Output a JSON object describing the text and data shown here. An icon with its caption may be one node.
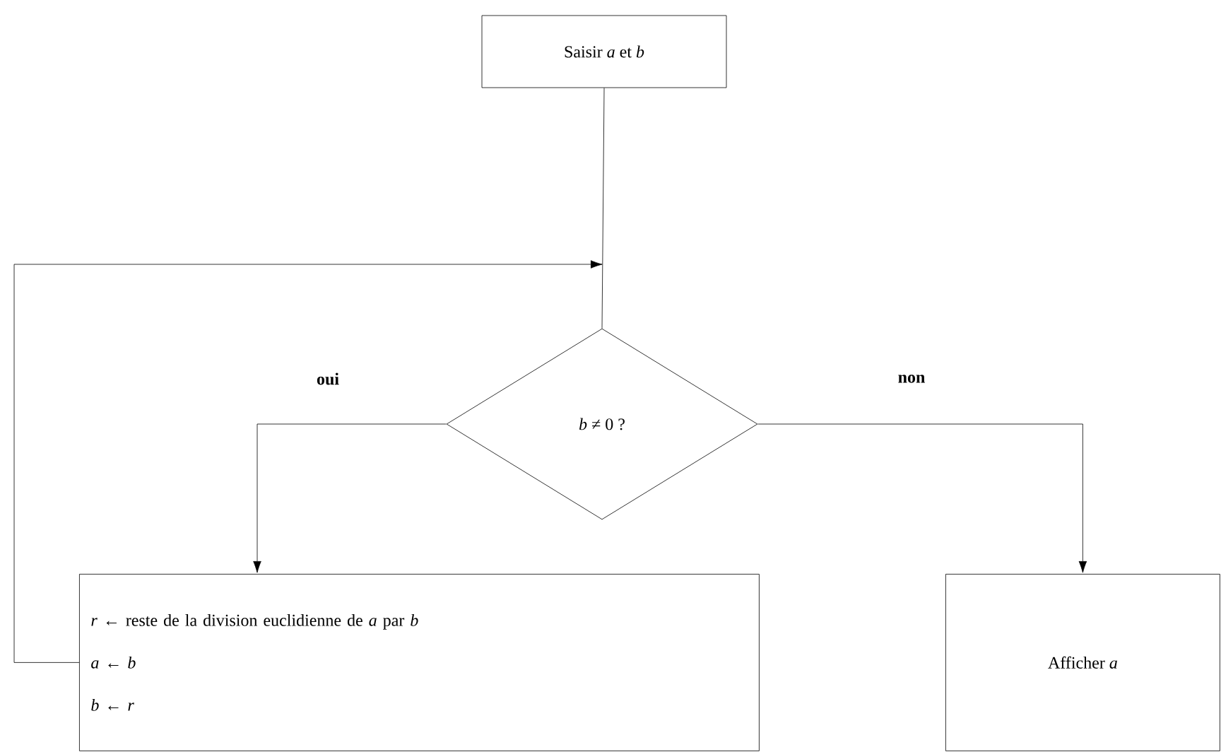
{
  "diagram": {
    "nodes": [
      {
        "text": [
          "Saisir *a* et *b*"
        ]
      },
      {
        "text": [
          "*b* ≠ 0 ?"
        ]
      },
      {
        "text": [
          "*r* ← reste de la division euclidienne de *a* par *b*",
          "*a* ← *b*",
          "*b* ← *r*"
        ]
      },
      {
        "text": [
          "Afficher *a*"
        ]
      }
    ],
    "edges": [
      {
        "from": 0,
        "to": 1,
        "arrow": "none"
      },
      {
        "from": 1,
        "to": 2,
        "arrow": "to",
        "label": "oui"
      },
      {
        "from": 1,
        "to": 3,
        "arrow": "to",
        "label": "non"
      },
      {
        "from": 2,
        "to": 1,
        "arrow": "to"
      }
    ]
  }
}
